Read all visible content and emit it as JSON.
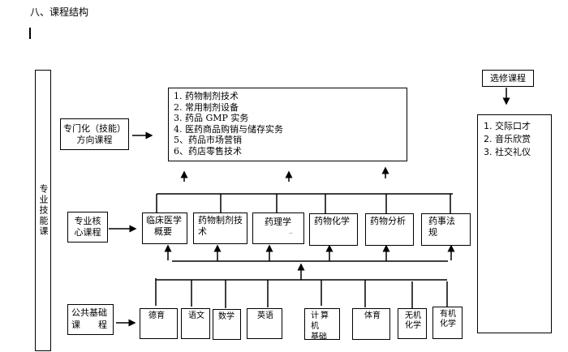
{
  "page": {
    "section_title": "八、课程结构"
  },
  "diagram": {
    "sidebar_label": "专业技能课",
    "specialization": {
      "label_line1": "专门化（技能）",
      "label_line2": "方向课程",
      "courses": [
        "1. 药物制剂技术",
        "2. 常用制剂设备",
        "3. 药品 GMP 实务",
        "4. 医药商品购销与储存实务",
        "5、药品市场营销",
        "6、药店零售技术"
      ]
    },
    "core": {
      "label_line1": "专业核",
      "label_line2": "心课程",
      "courses": [
        {
          "line1": "临床医学",
          "line2": "概要"
        },
        {
          "line1": "药物制剂技",
          "line2": "术"
        },
        {
          "line1": "药理学",
          "line2": ".."
        },
        {
          "line1": "药物化学",
          "line2": ""
        },
        {
          "line1": "药物分析",
          "line2": ""
        },
        {
          "line1": "药事法规",
          "line2": ""
        }
      ]
    },
    "basic": {
      "label_line1": "公共基础",
      "label_line2": "课　　程",
      "courses": [
        {
          "line1": "德育",
          "line2": ""
        },
        {
          "line1": "语文",
          "line2": ""
        },
        {
          "line1": "数学",
          "line2": ""
        },
        {
          "line1": "英语",
          "line2": ""
        },
        {
          "line1": "计算机",
          "line2": "基础"
        },
        {
          "line1": "体育",
          "line2": ""
        },
        {
          "line1": "无机",
          "line2": "化学"
        },
        {
          "line1": "有机",
          "line2": "化学"
        }
      ]
    },
    "elective": {
      "label": "选修课程",
      "courses": [
        "1. 交际口才",
        "2. 音乐欣赏",
        "3. 社交礼仪"
      ]
    }
  }
}
